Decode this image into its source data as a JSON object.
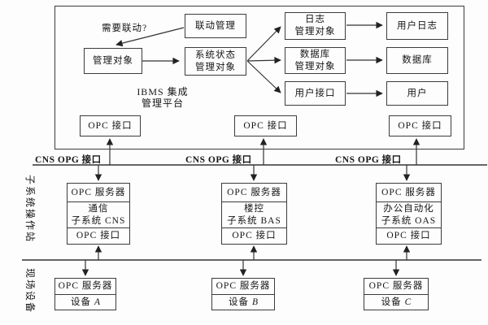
{
  "figure": {
    "platform": {
      "caption": "IBMS 集成\n管理平台",
      "linkage_question": "需要联动?",
      "linkage_mgmt": "联动管理",
      "managed_object": "管理对象",
      "system_state_mgr": "系统状态\n管理对象",
      "log_mgr": "日志\n管理对象",
      "user_log": "用户日志",
      "db_mgr": "数据库\n管理对象",
      "database": "数据库",
      "user_iface": "用户接口",
      "user": "用户",
      "opc_interfaces": [
        "OPC 接口",
        "OPC 接口",
        "OPC 接口"
      ]
    },
    "bus_labels": [
      "CNS OPG 接口",
      "CNS OPG 接口",
      "CNS OPG 接口"
    ],
    "layers": {
      "subsystem_station": "子系统操作站",
      "field_devices": "现场设备"
    },
    "subsystems": [
      {
        "server": "OPC 服务器",
        "name": "通信\n子系统 CNS",
        "iface": "OPC 接口"
      },
      {
        "server": "OPC 服务器",
        "name": "楼控\n子系统 BAS",
        "iface": "OPC 接口"
      },
      {
        "server": "OPC 服务器",
        "name": "办公自动化\n子系统 OAS",
        "iface": "OPC 接口"
      }
    ],
    "devices": [
      {
        "server": "OPC 服务器",
        "label": "设备",
        "letter": "A"
      },
      {
        "server": "OPC 服务器",
        "label": "设备",
        "letter": "B"
      },
      {
        "server": "OPC 服务器",
        "label": "设备",
        "letter": "C"
      }
    ],
    "colors": {
      "line": "#333333",
      "text": "#151515",
      "background": "#fdfdfd"
    }
  }
}
